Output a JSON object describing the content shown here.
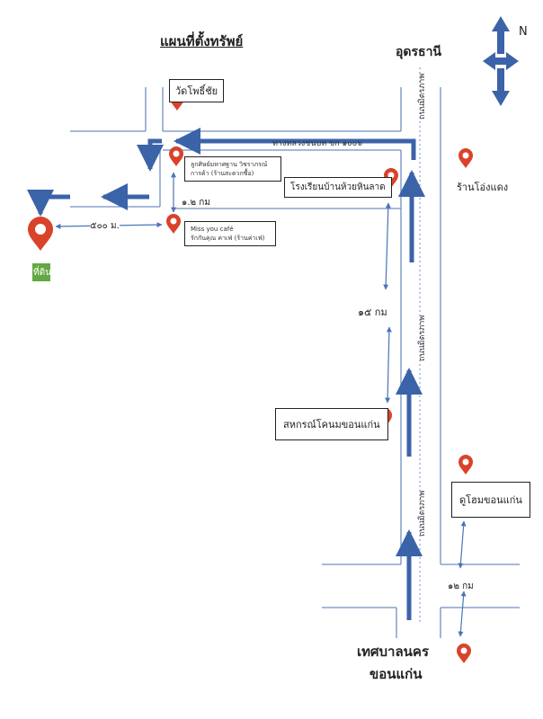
{
  "title": "แผนที่ตั้งทรัพย์",
  "north_label": "N",
  "destinations": {
    "north": "อุดรธานี",
    "south_line1": "เทศบาลนคร",
    "south_line2": "ขอนแก่น"
  },
  "roads": {
    "rural_road": "ทางหลวงชนบท ขก ๑๐๐๖",
    "mittraphap_top": "ถนนมิตรภาพ",
    "mittraphap_mid": "ถนนมิตรภาพ",
    "mittraphap_low": "ถนนมิตรภาพ"
  },
  "places": {
    "wat": "วัดโพธิ์ชัย",
    "shop1_line1": "ลูกศิษย์มหาศฐาน วิชราภรณ์",
    "shop1_line2": "การค้า (ร้านสะดวกซื้อ)",
    "cafe_line1": "Miss you café",
    "cafe_line2": "รักกันคุณ คาเฟ่ (ร้านค่าเฟ่)",
    "school": "โรงเรียนบ้านห้วยหินลาด",
    "shop_right": "ร้านโอ่งแดง",
    "coop": "สหกรณ์โคนมขอนแก่น",
    "duhome": "ดูโฮมขอนแก่น"
  },
  "site_label": "ที่ดิน",
  "distances": {
    "d_500": "๕๐๐ ม.",
    "d_1_2": "๑.๒ กม",
    "d_15": "๑๕ กม",
    "d_12": "๑๒ กม"
  },
  "colors": {
    "arrow": "#3b63a8",
    "road_line": "#6f8fc4",
    "pin": "#d9432a",
    "site_badge": "#63a844"
  }
}
